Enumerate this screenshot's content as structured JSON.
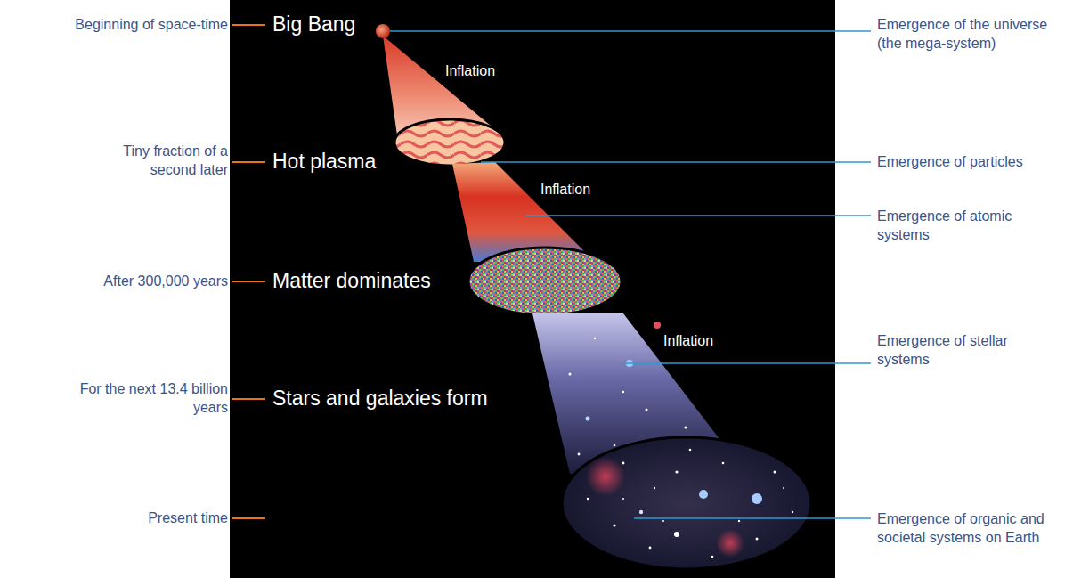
{
  "diagram": {
    "labels": [
      "Beginning of space-time",
      "Big Bang",
      "Emergence of the universe (the mega-system)",
      "Inflation",
      "Tiny fraction of a second later",
      "Hot plasma",
      "Emergence of particles",
      "Inflation",
      "Emergence of atomic systems",
      "After 300,000 years",
      "Matter dominates",
      "Inflation",
      "Emergence of stellar systems",
      "For the next 13.4 billion years",
      "Stars and galaxies form",
      "Present time",
      "Emergence of organic and societal systems on Earth"
    ]
  }
}
